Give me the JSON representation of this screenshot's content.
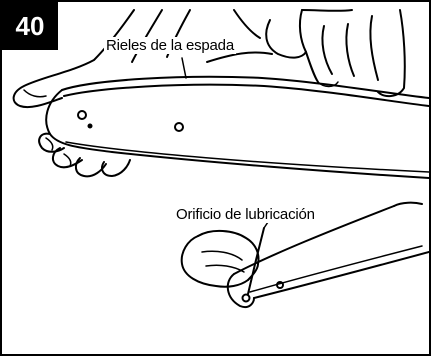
{
  "figure": {
    "number": "40"
  },
  "labels": {
    "bar_rails": "Rieles de la espada",
    "oil_hole": "Orificio de lubricación"
  }
}
